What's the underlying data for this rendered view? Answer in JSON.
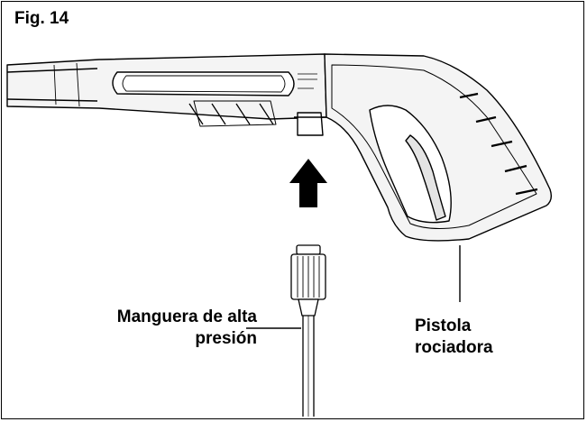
{
  "figure": {
    "title": "Fig. 14"
  },
  "labels": {
    "hose_line1": "Manguera de alta",
    "hose_line2": "presión",
    "gun_line1": "Pistola",
    "gun_line2": "rociadora"
  },
  "colors": {
    "ink": "#000000",
    "background": "#ffffff",
    "gun_fill": "#f4f4f4"
  },
  "icons": {
    "arrow": "up-arrow"
  }
}
